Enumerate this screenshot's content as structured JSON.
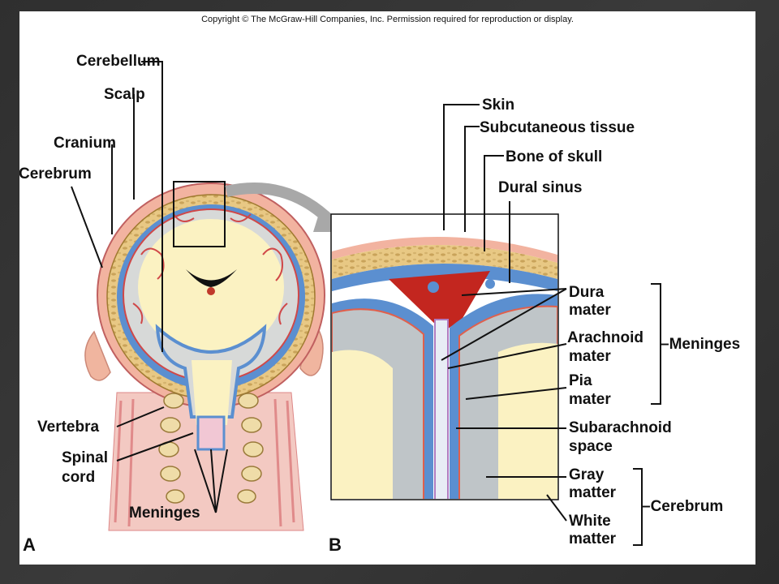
{
  "copyright": "Copyright © The McGraw-Hill Companies, Inc. Permission required for reproduction or display.",
  "panel_a": {
    "letter": "A",
    "labels": {
      "cerebellum": "Cerebellum",
      "scalp": "Scalp",
      "cranium": "Cranium",
      "cerebrum": "Cerebrum",
      "vertebra": "Vertebra",
      "spinal_1": "Spinal",
      "spinal_2": "cord",
      "meninges": "Meninges"
    }
  },
  "panel_b": {
    "letter": "B",
    "labels": {
      "skin": "Skin",
      "subcutaneous": "Subcutaneous tissue",
      "bone": "Bone of skull",
      "dural_sinus": "Dural sinus",
      "dura_1": "Dura",
      "dura_2": "mater",
      "arachnoid_1": "Arachnoid",
      "arachnoid_2": "mater",
      "pia_1": "Pia",
      "pia_2": "mater",
      "subarach_1": "Subarachnoid",
      "subarach_2": "space",
      "gray_1": "Gray",
      "gray_2": "matter",
      "white_1": "White",
      "white_2": "matter",
      "meninges": "–Meninges",
      "cerebrum": "–Cerebrum"
    }
  },
  "colors": {
    "skin": "#f2b3a0",
    "bone": "#e8c884",
    "dura_blue": "#5b8fd0",
    "gray_matter": "#bfc5c8",
    "white_matter": "#fbf2c2",
    "sinus_red": "#c3261f",
    "pink": "#f1c7d4"
  }
}
